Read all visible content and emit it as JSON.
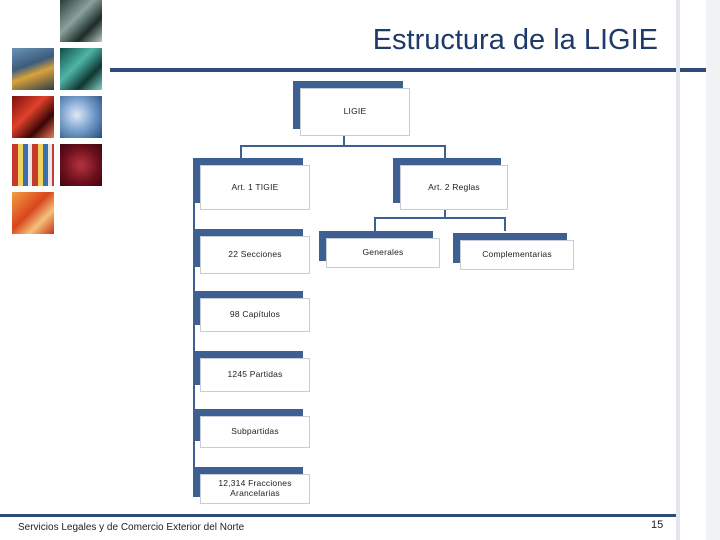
{
  "slide": {
    "title": "Estructura de la LIGIE",
    "footer": "Servicios Legales y de Comercio Exterior del Norte",
    "page_number": "15"
  },
  "org_chart": {
    "root": "LIGIE",
    "art1": "Art. 1 TIGIE",
    "art2": "Art. 2 Reglas",
    "secciones": "22 Secciones",
    "capitulos": "98 Capítulos",
    "partidas": "1245 Partidas",
    "subpartidas": "Subpartidas",
    "fracciones": "12,314 Fracciones Arancelarias",
    "generales": "Generales",
    "complementarias": "Complementarias"
  },
  "colors": {
    "accent": "#3e5f91",
    "title": "#1f3a68",
    "rule": "#2f4b78"
  }
}
